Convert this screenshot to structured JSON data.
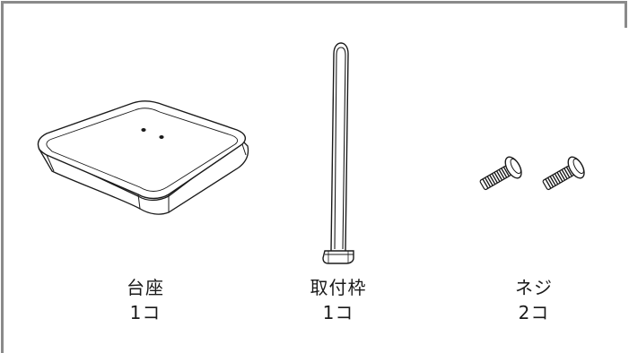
{
  "parts": [
    {
      "name": "台座",
      "qty": "1コ"
    },
    {
      "name": "取付枠",
      "qty": "1コ"
    },
    {
      "name": "ネジ",
      "qty": "2コ"
    }
  ]
}
